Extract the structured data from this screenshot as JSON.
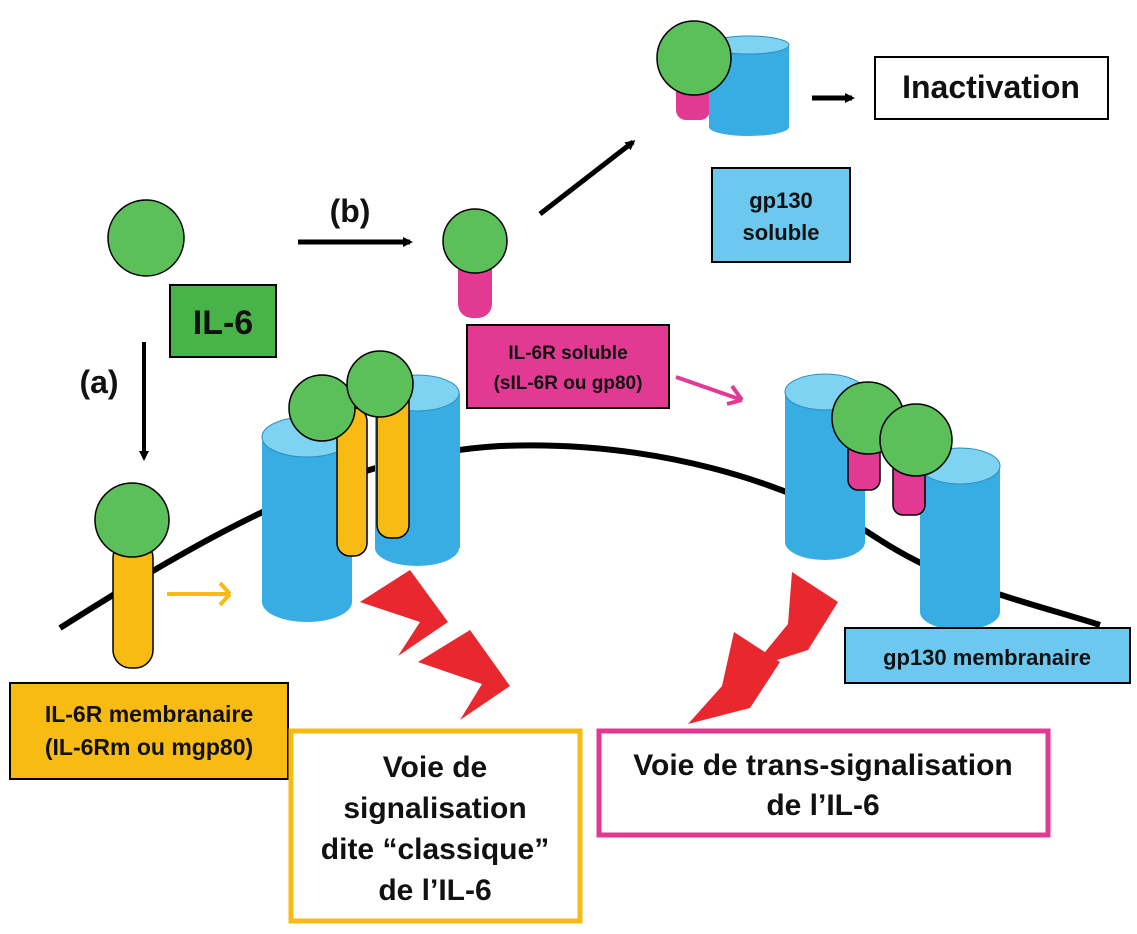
{
  "colors": {
    "ligand_green": "#5cc05a",
    "gp130_blue": "#38ade3",
    "gp130_top": "#7fd3f2",
    "il6r_yellow": "#f8bb14",
    "il6r_pink": "#e23a93",
    "signal_red": "#e8282e",
    "membrane": "#000000",
    "box_green": "#47b348",
    "box_light_blue": "#6cc8ef",
    "box_yellow": "#f8bb14",
    "box_pink": "#e23a93"
  },
  "labels": {
    "inactivation": "Inactivation",
    "gp130_soluble_line1": "gp130",
    "gp130_soluble_line2": "soluble",
    "path_b": "(b)",
    "path_a": "(a)",
    "il6": "IL-6",
    "il6r_soluble_line1": "IL-6R soluble",
    "il6r_soluble_line2": "(sIL-6R ou gp80)",
    "il6r_membrane_line1": "IL-6R membranaire",
    "il6r_membrane_line2": "(IL-6Rm ou mgp80)",
    "gp130_membrane": "gp130 membranaire",
    "classic_line1": "Voie de",
    "classic_line2": "signalisation",
    "classic_line3": "dite “classique”",
    "classic_line4": "de l’IL-6",
    "trans_line1": "Voie de trans-signalisation",
    "trans_line2": "de l’IL-6"
  },
  "icons": {
    "ligand": "il6-ligand-icon",
    "receptor": "il6r-receptor-icon",
    "gp130": "gp130-cylinder-icon",
    "signal": "signal-chevron-icon"
  }
}
